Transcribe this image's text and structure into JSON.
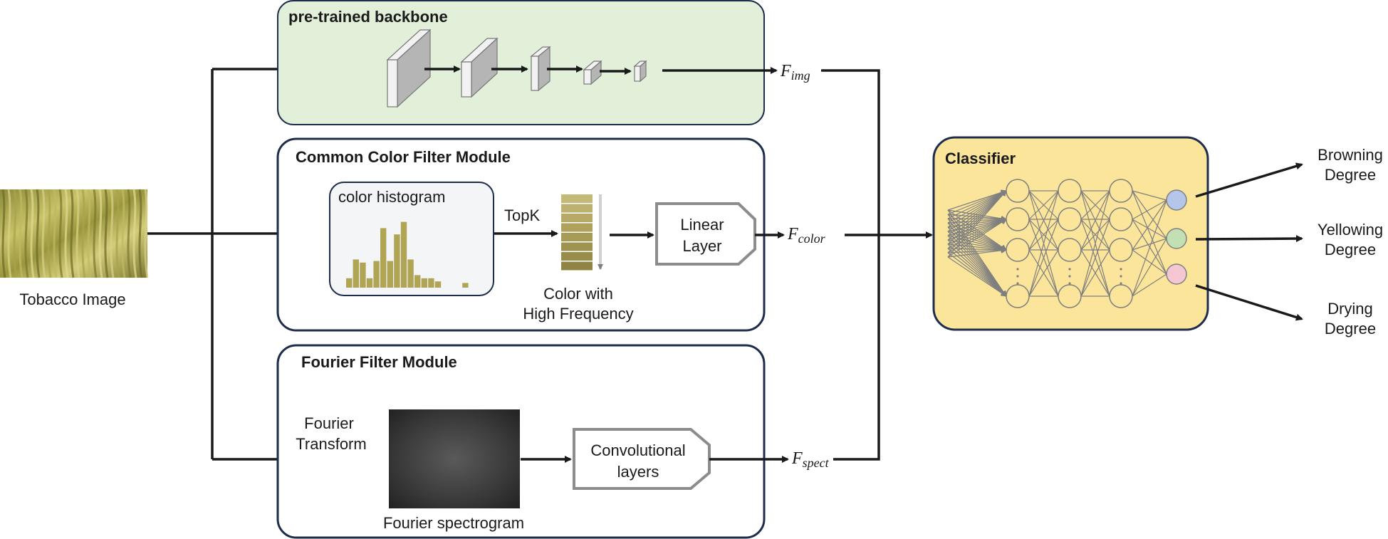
{
  "input": {
    "caption": "Tobacco Image"
  },
  "backbone": {
    "title": "pre-trained backbone",
    "feature_symbol": "F",
    "feature_subscript": "img"
  },
  "color_module": {
    "title": "Common Color Filter Module",
    "histogram_title": "color histogram",
    "topk_label": "TopK",
    "color_caption_line1": "Color with",
    "color_caption_line2": "High Frequency",
    "linear_line1": "Linear",
    "linear_line2": "Layer",
    "feature_symbol": "F",
    "feature_subscript": "color",
    "histogram_values": [
      0.3,
      0.9,
      0.8,
      0.3,
      0.85,
      1.9,
      0.85,
      1.7,
      2.1,
      0.9,
      0.4,
      0.3,
      0.3,
      0.2,
      0,
      0,
      0,
      0.15
    ]
  },
  "fourier_module": {
    "title": "Fourier Filter Module",
    "transform_line1": "Fourier",
    "transform_line2": "Transform",
    "spectrogram_caption": "Fourier spectrogram",
    "conv_line1": "Convolutional",
    "conv_line2": "layers",
    "feature_symbol": "F",
    "feature_subscript": "spect"
  },
  "classifier": {
    "title": "Classifier",
    "outputs": [
      {
        "line1": "Browning",
        "line2": "Degree",
        "color": "#b4c6ea"
      },
      {
        "line1": "Yellowing",
        "line2": "Degree",
        "color": "#c2e0b4"
      },
      {
        "line1": "Drying",
        "line2": "Degree",
        "color": "#f4c7d3"
      }
    ]
  },
  "colors": {
    "backbone_fill": "#e3f0d9",
    "module_border": "#1f2d4d",
    "classifier_fill": "#fbe59b",
    "bar_color": "#b0a455",
    "swatch_colors": [
      "#c3ba78",
      "#bcb170",
      "#b6aa66",
      "#aea25d",
      "#a79b56",
      "#9f944f",
      "#978c49",
      "#8f8443"
    ]
  }
}
